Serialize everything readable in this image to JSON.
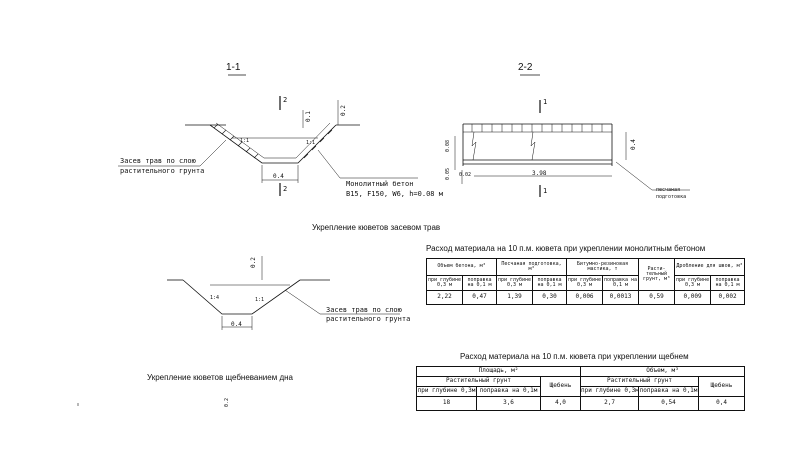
{
  "sections": {
    "s11": "1-1",
    "s22": "2-2"
  },
  "section1": {
    "mark_top": "2",
    "mark_bottom": "2",
    "dim_01": "0.1",
    "dim_02": "0.2",
    "slope_a": "1:1",
    "slope_b": "1:1",
    "dim_width": "0.4",
    "seeding_line1": "Засев трав по слою",
    "seeding_line2": "растительного грунта",
    "concrete_line1": "Монолитный бетон",
    "concrete_line2": "B15, F150, W6, h=0.08 м",
    "caption": "Укрепление кюветов засевом трав"
  },
  "section2": {
    "mark_top": "1",
    "mark_bottom": "1",
    "dim_008": "0.08",
    "dim_005": "0.05",
    "dim_002": "0.02",
    "dim_398": "3.98",
    "dim_04": "0.4",
    "sand_line1": "песчаная",
    "sand_line2": "подготовка"
  },
  "section3": {
    "dim_02": "0.2",
    "slope_a": "1:4",
    "slope_b": "1:1",
    "dim_width": "0.4",
    "seeding_line1": "Засев трав по слою",
    "seeding_line2": "растительного грунта",
    "caption": "Укрепление кюветов щебневанием дна",
    "dim_bottom": "0.2"
  },
  "table1": {
    "title": "Расход материала на 10 п.м. кювета при укреплении монолитным бетоном",
    "headers": [
      "Объем бетона, м³",
      "Песчаная подготовка, м³",
      "Битумно-резиновая мастика, т",
      "Расти-тельный грунт, м³",
      "Дробление для швов, м³"
    ],
    "subheaders": [
      "при глубине 0,3 м",
      "поправка на 0,1 м",
      "при глубине 0,3 м",
      "поправка на 0,1 м",
      "при глубине 0,3 м",
      "поправка на 0,1 м",
      "при глубине 0,3 м",
      "поправка на 0,1 м"
    ],
    "row": [
      "2,22",
      "0,47",
      "1,39",
      "0,30",
      "0,006",
      "0,0013",
      "0,59",
      "0,009",
      "0,002"
    ]
  },
  "table2": {
    "title": "Расход материала на 10 п.м. кювета при укреплении щебнем",
    "area_header": "Площадь, м²",
    "volume_header": "Объем, м³",
    "soil_header_a": "Растительный грунт",
    "soil_header_b": "Растительный грунт",
    "gravel_a": "Щебень",
    "gravel_b": "Щебень",
    "subheaders": [
      "при глубине 0,3м",
      "поправка на 0,1м",
      "при глубине 0,3м",
      "поправка на 0,1м"
    ],
    "row": [
      "18",
      "3,6",
      "4,0",
      "2,7",
      "0,54",
      "0,4"
    ]
  }
}
